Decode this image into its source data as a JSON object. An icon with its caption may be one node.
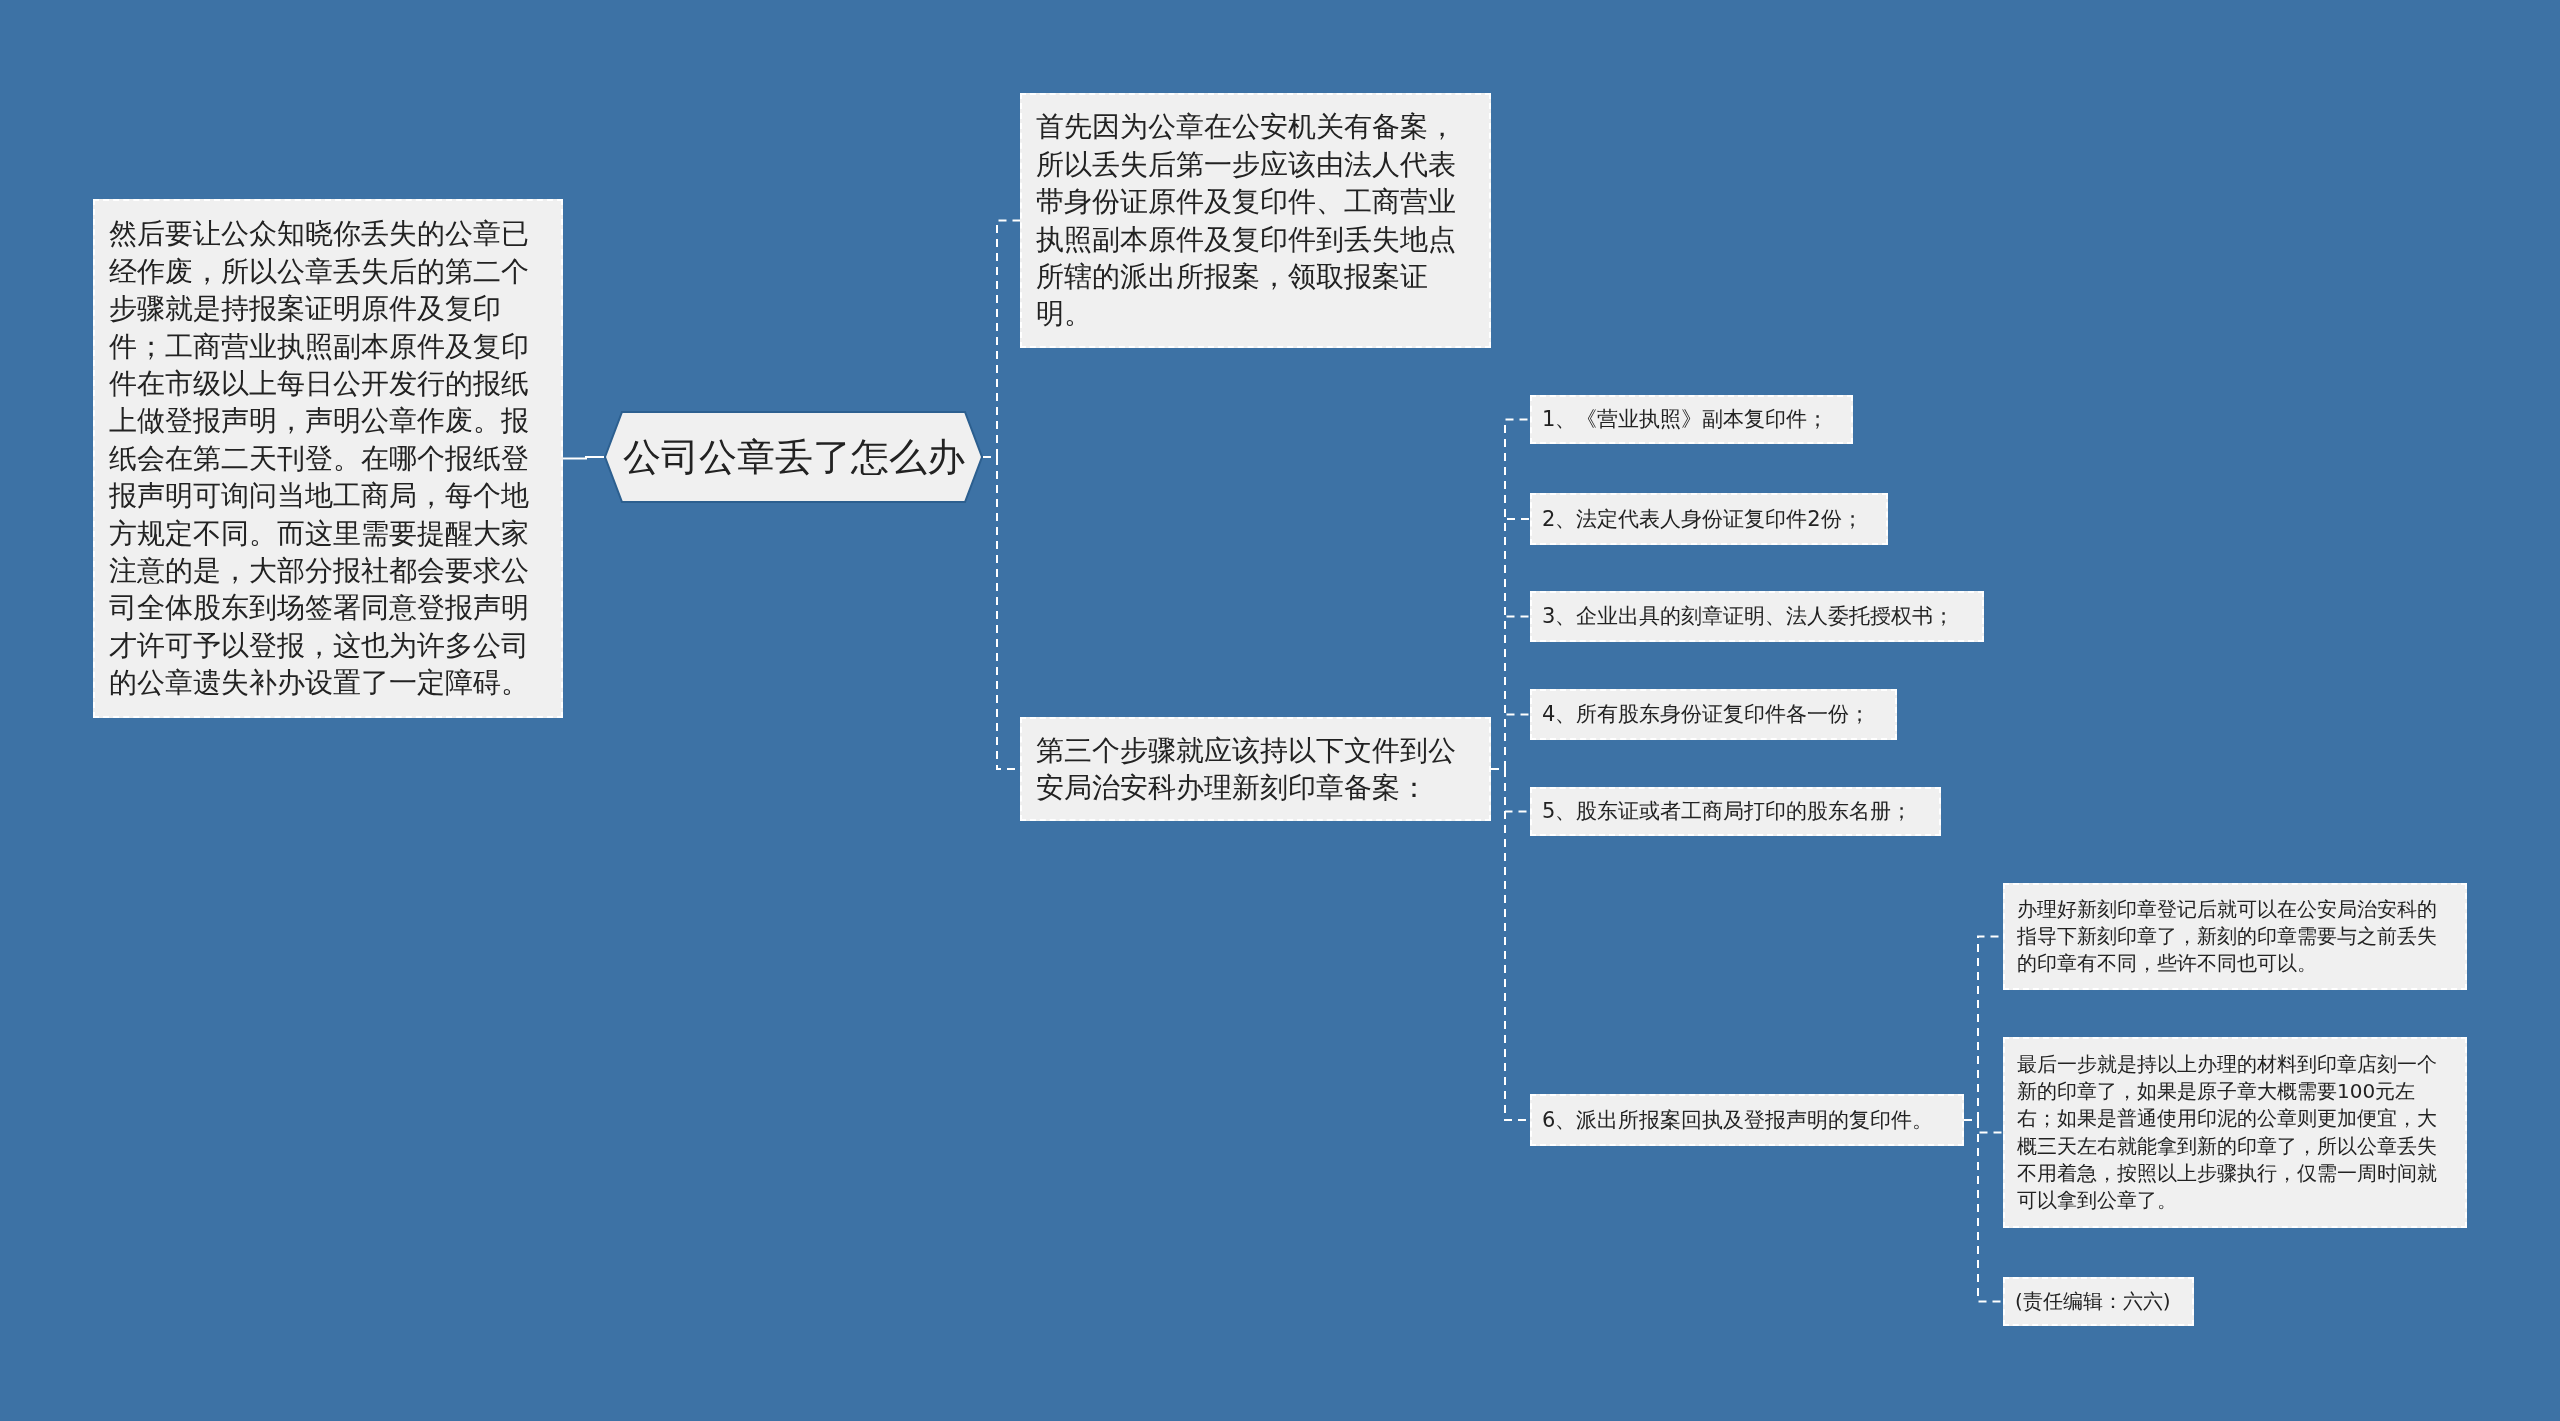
{
  "diagram": {
    "nodes": [
      {
        "text": [
          "公司公章丢了怎么办"
        ]
      },
      {
        "text": [
          "然后要让公众知晓你丢失的公章已经作废，所以公章丢失后的第二个步骤就是持报案证明原件及复印件；工商营业执照副本原件及复印件在市级以上每日公开发行的报纸上做登报声明，声明公章作废。报纸会在第二天刊登。在哪个报纸登报声明可询问当地工商局，每个地方规定不同。而这里需要提醒大家注意的是，大部分报社都会要求公司全体股东到场签署同意登报声明才许可予以登报，这也为许多公司的公章遗失补办设置了一定障碍。"
        ]
      },
      {
        "text": [
          "首先因为公章在公安机关有备案，所以丢失后第一步应该由法人代表带身份证原件及复印件、工商营业执照副本原件及复印件到丢失地点所辖的派出所报案，领取报案证明。"
        ]
      },
      {
        "text": [
          "第三个步骤就应该持以下文件到公安局治安科办理新刻印章备案："
        ]
      },
      {
        "text": [
          "1、《营业执照》副本复印件；"
        ]
      },
      {
        "text": [
          "2、法定代表人身份证复印件2份；"
        ]
      },
      {
        "text": [
          "3、企业出具的刻章证明、法人委托授权书；"
        ]
      },
      {
        "text": [
          "4、所有股东身份证复印件各一份；"
        ]
      },
      {
        "text": [
          "5、股东证或者工商局打印的股东名册；"
        ]
      },
      {
        "text": [
          "6、派出所报案回执及登报声明的复印件。"
        ]
      },
      {
        "text": [
          "办理好新刻印章登记后就可以在公安局治安科的指导下新刻印章了，新刻的印章需要与之前丢失的印章有不同，些许不同也可以。"
        ]
      },
      {
        "text": [
          "最后一步就是持以上办理的材料到印章店刻一个新的印章了，如果是原子章大概需要100元左右；如果是普通使用印泥的公章则更加便宜，大概三天左右就能拿到新的印章了，所以公章丢失不用着急，按照以上步骤执行，仅需一周时间就可以拿到公章了。"
        ]
      },
      {
        "text": [
          "(责任编辑：六六)"
        ]
      }
    ],
    "edges": [
      {
        "from": 0,
        "to": 1,
        "arrow": "none"
      },
      {
        "from": 0,
        "to": 2,
        "arrow": "none",
        "style": "dashed"
      },
      {
        "from": 0,
        "to": 3,
        "arrow": "none",
        "style": "dashed"
      },
      {
        "from": 3,
        "to": 4,
        "arrow": "none",
        "style": "dashed"
      },
      {
        "from": 3,
        "to": 5,
        "arrow": "none",
        "style": "dashed"
      },
      {
        "from": 3,
        "to": 6,
        "arrow": "none",
        "style": "dashed"
      },
      {
        "from": 3,
        "to": 7,
        "arrow": "none",
        "style": "dashed"
      },
      {
        "from": 3,
        "to": 8,
        "arrow": "none",
        "style": "dashed"
      },
      {
        "from": 3,
        "to": 9,
        "arrow": "none",
        "style": "dashed"
      },
      {
        "from": 9,
        "to": 10,
        "arrow": "none",
        "style": "dashed"
      },
      {
        "from": 9,
        "to": 11,
        "arrow": "none",
        "style": "dashed"
      },
      {
        "from": 9,
        "to": 12,
        "arrow": "none",
        "style": "dashed"
      }
    ]
  }
}
